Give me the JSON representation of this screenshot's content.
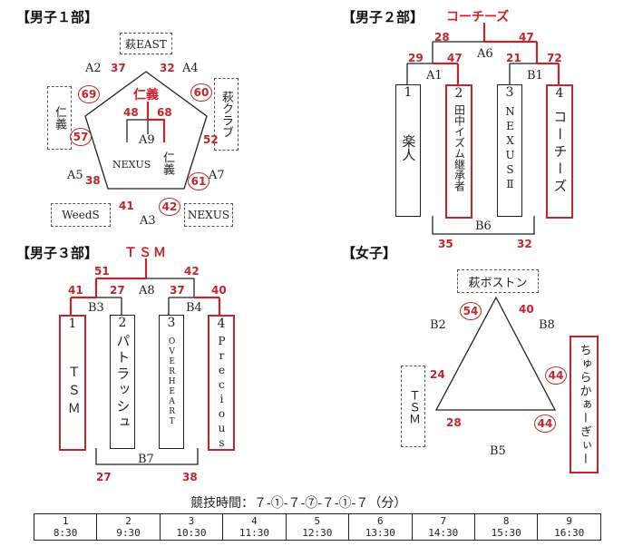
{
  "section1": {
    "title": "【男子１部】",
    "champion": "仁義",
    "teams": {
      "top": "萩EAST",
      "right": "萩クラブ",
      "left": "仁義",
      "bottom_left": "WeedS",
      "bottom_right": "NEXUS"
    },
    "matches": {
      "A2": "A2",
      "A4": "A4",
      "A5": "A5",
      "A7": "A7",
      "A3": "A3",
      "A9": "A9"
    },
    "scores": {
      "a2": "37",
      "a4": "32",
      "c69": "69",
      "c60": "60",
      "c57": "57",
      "s52": "52",
      "a5": "38",
      "c61": "61",
      "s41": "41",
      "c42": "42",
      "f48": "48",
      "f68": "68"
    },
    "inner": {
      "nexus": "NEXUS",
      "jingi": "仁義"
    }
  },
  "section2": {
    "title": "【男子２部】",
    "champion": "コーチーズ",
    "matches": {
      "A1": "A1",
      "A6": "A6",
      "B1": "B1",
      "B6": "B6"
    },
    "scores": {
      "s28": "28",
      "s47a": "47",
      "s29": "29",
      "s47b": "47",
      "s21": "21",
      "s72": "72",
      "s35": "35",
      "s32": "32"
    },
    "teams": [
      {
        "num": "1",
        "name": "楽人"
      },
      {
        "num": "2",
        "name": "田中イズム継承者"
      },
      {
        "num": "3",
        "name": "NEXUSⅡ"
      },
      {
        "num": "4",
        "name": "コーチーズ"
      }
    ]
  },
  "section3": {
    "title": "【男子３部】",
    "champion": "ＴＳＭ",
    "matches": {
      "A8": "A8",
      "B3": "B3",
      "B4": "B4",
      "B7": "B7"
    },
    "scores": {
      "s51": "51",
      "s42": "42",
      "s41": "41",
      "s27": "27",
      "s37": "37",
      "s40": "40",
      "s27b": "27",
      "s38": "38"
    },
    "teams": [
      {
        "num": "1",
        "name": "ＴＳＭ"
      },
      {
        "num": "2",
        "name": "パトラッシュ"
      },
      {
        "num": "3",
        "name": "OVERHEART"
      },
      {
        "num": "4",
        "name": "Precious"
      }
    ]
  },
  "section4": {
    "title": "【女子】",
    "teams": {
      "top": "萩ボストン",
      "left": "ＴＳＭ",
      "right": "ちゅらかぁーぎぃー"
    },
    "matches": {
      "B2": "B2",
      "B8": "B8",
      "B5": "B5"
    },
    "scores": {
      "c54": "54",
      "s40": "40",
      "s24": "24",
      "c44a": "44",
      "s28": "28",
      "c44b": "44"
    }
  },
  "schedule": {
    "caption": "競技時間：７-①-７-⑦-７-①-７（分）",
    "slots": [
      {
        "n": "1",
        "t": "8:30"
      },
      {
        "n": "2",
        "t": "9:30"
      },
      {
        "n": "3",
        "t": "10:30"
      },
      {
        "n": "4",
        "t": "11:30"
      },
      {
        "n": "5",
        "t": "12:30"
      },
      {
        "n": "6",
        "t": "13:30"
      },
      {
        "n": "7",
        "t": "14:30"
      },
      {
        "n": "8",
        "t": "15:30"
      },
      {
        "n": "9",
        "t": "16:30"
      }
    ]
  },
  "colors": {
    "winner": "#d1202a",
    "line": "#222222"
  }
}
